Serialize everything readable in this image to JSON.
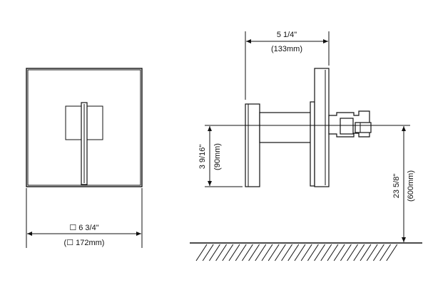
{
  "front_view": {
    "width_imperial": "☐ 6 3/4\"",
    "width_metric": "(☐ 172mm)"
  },
  "side_view": {
    "depth_imperial": "5 1/4\"",
    "depth_metric": "(133mm)",
    "offset_imperial": "3 9/16\"",
    "offset_metric": "(90mm)",
    "height_imperial": "23 5/8\"",
    "height_metric": "(600mm)"
  }
}
